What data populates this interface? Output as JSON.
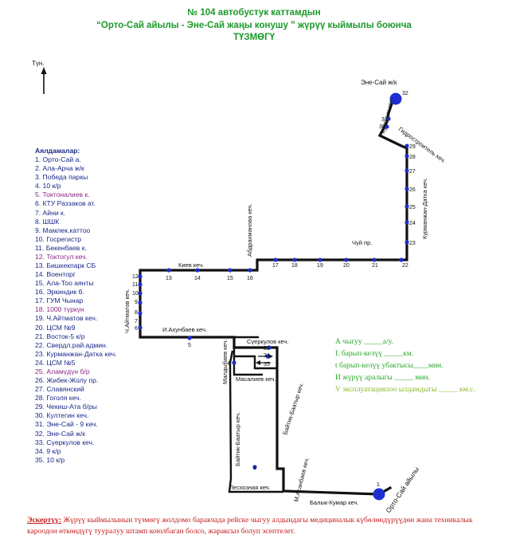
{
  "header": {
    "line1": "№ 104  автобустук каттамдын",
    "line2": "“Орто-Сай айылы - Эне-Сай жаңы конушу ” жүрүү кыймылы боюнча",
    "line3": "ТҮЗМӨГҮ"
  },
  "north_label": "Түн.",
  "legend": {
    "header": "Аялдамалар:",
    "items": [
      "1. Орто-Сай а.",
      "2. Ала-Арча ж/к",
      "3. Победа паркы",
      "4. 10 к/р",
      "5. Токтоналиев к.",
      "6. КТУ Раззаков ат.",
      "7. Айни к.",
      "8. ШШК",
      "9. Мамлек.каттоо",
      "10. Госрегистр",
      "11. Бекенбаев к.",
      "12. Токтогул кеч.",
      "13. Бишкекпарк СБ",
      "14. Военторг",
      "15. Ала-Тоо аянты",
      "16. Эркиндик б.",
      "17. ГУМ Чынар",
      "18. 1000 түркүн",
      "19. Ч.Айтматов кеч.",
      "20. ЦСМ №9",
      "21. Восток-5 к/р",
      "22. Свердл.рай.админ.",
      "23. Курманжан-Датка кеч.",
      "24. ЦСМ №5",
      "25. Аламүдүн б/р",
      "26. Жибек-Жолу пр.",
      "27. Славянский",
      "28. Гоголя кеч.",
      "29. Чекиш-Ата б/ры",
      "30. Култегин кеч.",
      "31. Эне-Сай - 9 кеч.",
      "32. Эне-Сай ж/к",
      "33. Сүеркулов кеч.",
      "34. 9 к/р",
      "35. 10 к/р"
    ]
  },
  "stats": {
    "a": "А чыгуу  _____а/у.",
    "l": "L барып-келүү _____км.",
    "t": "t барып-келүү убактысы____мин.",
    "i": "И жүрүү аралыгы _____   мин.",
    "v": "V эксплуатациялоо ылдамдыгы _____ км.с."
  },
  "streets": {
    "ene_sai": "Эне-Сай ж/к",
    "kultegin": "Култегин кеч.",
    "gidrostroitel": "Гидростроитель кеч.",
    "kurmanjan": "Курманжан-Датка кеч.",
    "chuy": "Чүй пр.",
    "abdrahmanov": "Абдрахманова кеч.",
    "kiev": "Киев кеч.",
    "aitmatov": "Ч.Айтматов кеч.",
    "ahunbaev": "И.Ахунбаев кеч.",
    "suerkulov": "Сүеркулов кеч.",
    "maldybaev": "Малдыбаев кеч.",
    "masaliev": "Масалиев кеч.",
    "baitik1": "Байтик-Баатыр кеч.",
    "baitik2": "Байтик-Баатыр кеч.",
    "lesoznaya": "Лесхозная кеч.",
    "asanbaev": "М.Асанбаев кеч.",
    "balyk": "Балык-Кумар кеч.",
    "ortosai": "Орто-Сай айылы"
  },
  "stop_numbers": [
    "1",
    "2",
    "3",
    "4",
    "5",
    "6",
    "7",
    "8",
    "9",
    "10",
    "11",
    "12",
    "13",
    "14",
    "15",
    "16",
    "17",
    "18",
    "19",
    "20",
    "21",
    "22",
    "23",
    "24",
    "25",
    "26",
    "27",
    "28",
    "29",
    "30",
    "31",
    "32",
    "33",
    "34",
    "35"
  ],
  "note": {
    "label": "Эскертүү:",
    "text": "Жүрүү кыймылынын түзмөгү жолдомо баракчада рейске чыгуу алдындагы медициналык күбөлөндүрүүдөн жана техникалык кароодон өткөндүгү тууралуу штамп коюлбаган болсо, жараксыз болуп эсептелет."
  },
  "colors": {
    "title": "#1a9a2a",
    "route": "#111111",
    "stop": "#1e2fd0",
    "legend": "#1a2a8a",
    "note": "#c41a1a"
  }
}
